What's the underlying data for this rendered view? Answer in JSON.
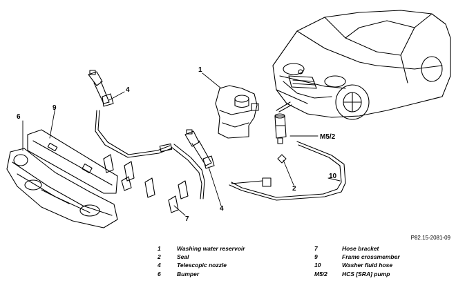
{
  "diagram": {
    "callouts": {
      "c1": "1",
      "c2": "2",
      "c4a": "4",
      "c4b": "4",
      "c6": "6",
      "c7": "7",
      "c9": "9",
      "c10": "10",
      "cm52": "M5/2"
    },
    "figure_ref": "P82.15-2081-09"
  },
  "legend": {
    "left": [
      {
        "num": "1",
        "desc": "Washing water reservoir"
      },
      {
        "num": "2",
        "desc": "Seal"
      },
      {
        "num": "4",
        "desc": "Telescopic nozzle"
      },
      {
        "num": "6",
        "desc": "Bumper"
      }
    ],
    "right": [
      {
        "num": "7",
        "desc": "Hose bracket"
      },
      {
        "num": "9",
        "desc": "Frame crossmember"
      },
      {
        "num": "10",
        "desc": "Washer fluid hose"
      },
      {
        "num": "M5/2",
        "desc": "HCS [SRA] pump"
      }
    ]
  }
}
